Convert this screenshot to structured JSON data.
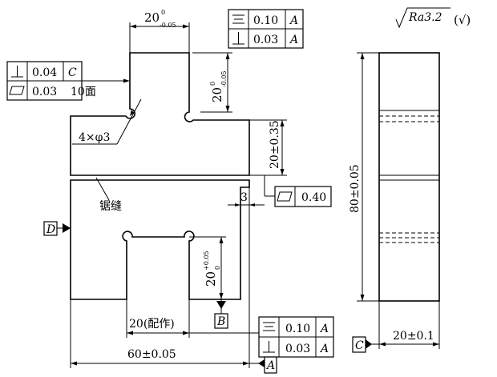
{
  "dimensions": {
    "top_width": {
      "base": "20",
      "upper": "0",
      "lower": "-0.05"
    },
    "top_vertical": {
      "base": "20",
      "upper": "0",
      "lower": "-0.05"
    },
    "right_depth": "20±0.35",
    "gap": "3",
    "slot_height": {
      "base": "20",
      "upper": "+0.05",
      "lower": "0"
    },
    "slot_width": "20(配作)",
    "total_width": "60±0.05",
    "height": "80±0.05",
    "side_width": "20±0.1"
  },
  "frames": {
    "top_right": [
      {
        "symbol": "symmetry",
        "value": "0.10",
        "datum": "A"
      },
      {
        "symbol": "perpendicularity",
        "value": "0.03",
        "datum": "A"
      }
    ],
    "left": [
      {
        "symbol": "perpendicularity",
        "value": "0.04",
        "datum": "C"
      },
      {
        "symbol": "flatness",
        "value": "0.03",
        "datum": ""
      }
    ],
    "left_note": "10面",
    "middle_right": {
      "symbol": "flatness",
      "value": "0.40"
    },
    "bottom_right": [
      {
        "symbol": "symmetry",
        "value": "0.10",
        "datum": "A"
      },
      {
        "symbol": "perpendicularity",
        "value": "0.03",
        "datum": "A"
      }
    ]
  },
  "datums": {
    "A": "A",
    "B": "B",
    "C": "C",
    "D": "D"
  },
  "labels": {
    "holes": "4×φ3",
    "saw_cut": "锯缝"
  },
  "roughness": {
    "ra": "Ra3.2",
    "rest": "(√)"
  }
}
